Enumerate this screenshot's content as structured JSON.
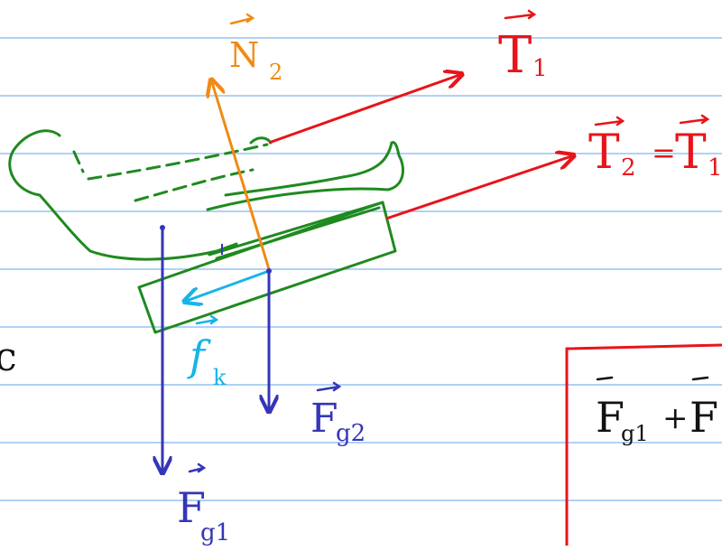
{
  "colors": {
    "ruled_line": "#7fb6f0",
    "figure": "#1f8a1f",
    "tension": "#e8141a",
    "normal_force": "#f08a14",
    "friction": "#18b4e8",
    "gravity": "#3535b8",
    "text_black": "#111111"
  },
  "labels": {
    "normal_force": "N",
    "normal_force_subscript": "2",
    "tension_1": "T",
    "tension_1_subscript": "1",
    "tension_2": "T",
    "tension_2_subscript": "2",
    "tension_equals": "=",
    "tension_2_rhs": "T",
    "tension_2_rhs_subscript": "1",
    "friction": "f",
    "friction_subscript": "k",
    "gravity_1": "F",
    "gravity_1_subscript": "g1",
    "gravity_2": "F",
    "gravity_2_subscript": "g2",
    "left_margin_char": "c",
    "boxed_equation_f1": "F",
    "boxed_equation_f1_subscript": "g1",
    "boxed_equation_plus": "+",
    "boxed_equation_f2": "F"
  },
  "icons": {
    "figure": "person-on-sled-icon"
  }
}
